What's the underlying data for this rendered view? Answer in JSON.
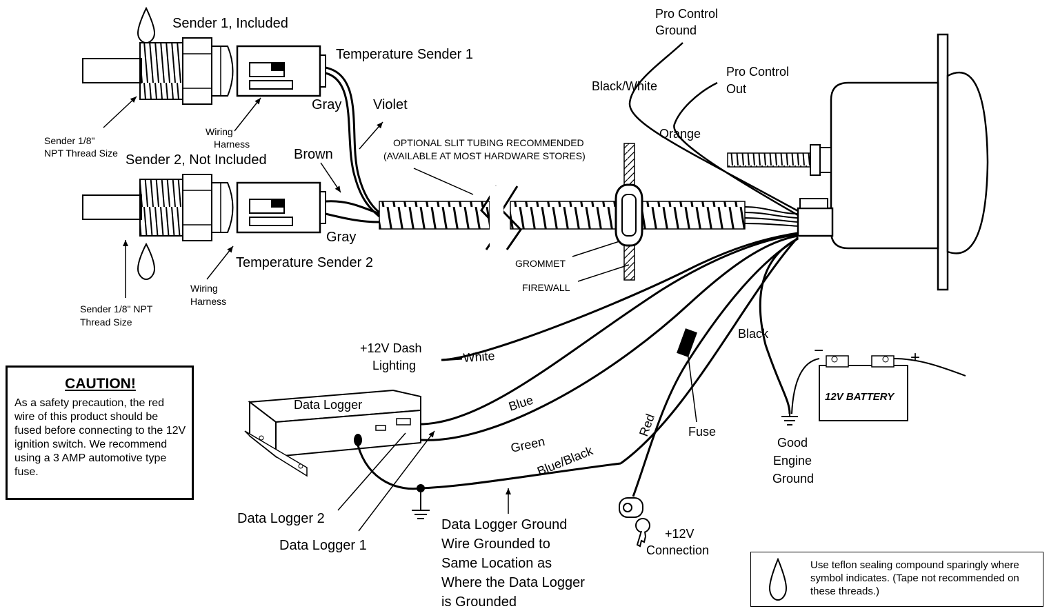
{
  "labels": {
    "sender1": "Sender 1, Included",
    "temp_sender1": "Temperature Sender 1",
    "gray1": "Gray",
    "violet": "Violet",
    "sender1_thread": [
      "Sender 1/8\"",
      "NPT Thread Size"
    ],
    "wiring_harness1": [
      "Wiring",
      "Harness"
    ],
    "sender2": "Sender 2, Not Included",
    "brown": "Brown",
    "gray2": "Gray",
    "temp_sender2": "Temperature Sender 2",
    "wiring_harness2": [
      "Wiring",
      "Harness"
    ],
    "sender2_thread": [
      "Sender 1/8\" NPT",
      "Thread Size"
    ],
    "slit_tubing": [
      "OPTIONAL SLIT TUBING RECOMMENDED",
      "(AVAILABLE AT MOST HARDWARE STORES)"
    ],
    "grommet": "GROMMET",
    "firewall": "FIREWALL",
    "pro_control_ground": [
      "Pro Control",
      "Ground"
    ],
    "black_white": "Black/White",
    "pro_control_out": [
      "Pro Control",
      "Out"
    ],
    "orange": "Orange",
    "dash_lighting": [
      "+12V Dash",
      "Lighting"
    ],
    "white": "White",
    "blue": "Blue",
    "green": "Green",
    "blue_black": "Blue/Black",
    "red": "Red",
    "fuse": "Fuse",
    "black": "Black",
    "good_engine_ground": [
      "Good",
      "Engine",
      "Ground"
    ],
    "battery": "12V BATTERY",
    "battery_minus": "−",
    "battery_plus": "+",
    "data_logger": "Data Logger",
    "data_logger_2": "Data Logger 2",
    "data_logger_1": "Data Logger 1",
    "data_logger_ground": [
      "Data Logger Ground",
      "Wire Grounded to",
      "Same Location as",
      "Where the Data Logger",
      "is Grounded"
    ],
    "connection_12v": [
      "+12V",
      "Connection"
    ]
  },
  "caution": {
    "title": "CAUTION!",
    "text": "As a safety precaution, the red wire of this product should be fused before connecting to the 12V ignition switch. We recommend using a 3 AMP automotive type fuse."
  },
  "note": {
    "text": "Use teflon sealing compound sparingly where symbol indicates. (Tape not recommended on these threads.)"
  }
}
